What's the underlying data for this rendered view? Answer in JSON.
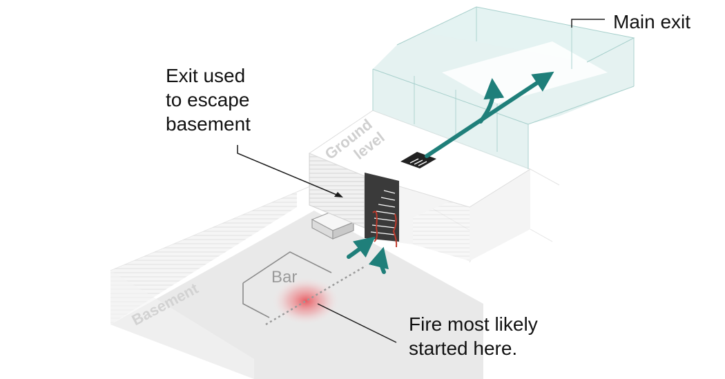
{
  "labels": {
    "main_exit": "Main exit",
    "exit_used_line1": "Exit used",
    "exit_used_line2": "to escape",
    "exit_used_line3": "basement",
    "fire_line1": "Fire most likely",
    "fire_line2": "started here.",
    "ground_level_line1": "Ground",
    "ground_level_line2": "level",
    "basement": "Basement",
    "bar": "Bar"
  },
  "colors": {
    "arrow": "#1f7f7a",
    "glass": "#cfe8e6",
    "fire": "#e8434a",
    "stairs_rail": "#c0392b"
  }
}
